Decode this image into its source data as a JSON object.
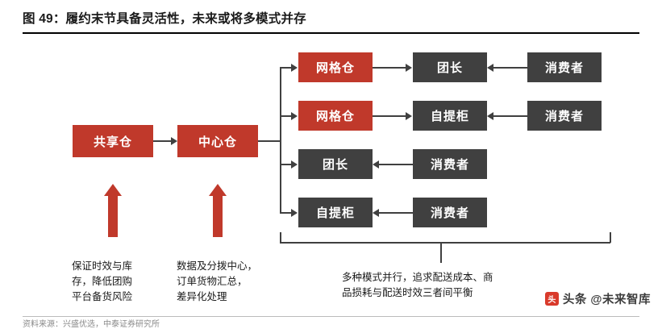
{
  "title": "图 49：履约末节具备灵活性，未来或将多模式并存",
  "nodes": {
    "shared_warehouse": "共享仓",
    "central_warehouse": "中心仓",
    "grid_warehouse_1": "网格仓",
    "grid_warehouse_2": "网格仓",
    "leader_top": "团长",
    "consumer_top": "消费者",
    "pickup_cabinet_row2": "自提柜",
    "consumer_row2": "消费者",
    "leader_row3": "团长",
    "consumer_row3": "消费者",
    "pickup_cabinet_row4": "自提柜",
    "consumer_row4": "消费者"
  },
  "captions": {
    "left": "保证时效与库\n存，降低团购\n平台备货风险",
    "middle": "数据及分拨中心，\n订单货物汇总，\n差异化处理",
    "bottom": "多种模式并行，追求配送成本、商\n品损耗与配送时效三者间平衡"
  },
  "watermark": {
    "badge": "头",
    "text": "头条 @未来智库"
  },
  "footer": {
    "source": "资料来源：兴盛优选，中泰证券研究所"
  },
  "colors": {
    "orange": "#c0392b",
    "dark_gray": "#404040",
    "text": "#1a1a1a"
  }
}
